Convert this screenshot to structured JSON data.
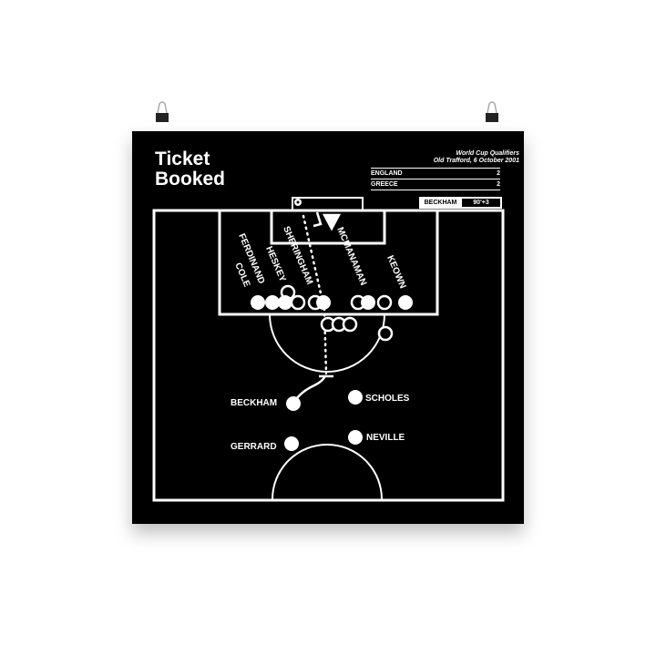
{
  "title": [
    "Ticket",
    "Booked"
  ],
  "match": {
    "competition": "World Cup Qualifiers",
    "venue_date": "Old Trafford, 6 October 2001"
  },
  "scores": [
    {
      "team": "ENGLAND",
      "goals": "2"
    },
    {
      "team": "GREECE",
      "goals": "2"
    }
  ],
  "goal": {
    "scorer": "BECKHAM",
    "minute": "90'+3"
  },
  "players": {
    "ferdinand": "FERDINAND",
    "cole": "COLE",
    "heskey": "HESKEY",
    "sheringham": "SHERINGHAM",
    "mcmanaman": "MCMANAMAN",
    "keown": "KEOWN",
    "beckham": "BECKHAM",
    "scholes": "SCHOLES",
    "gerrard": "GERRARD",
    "neville": "NEVILLE"
  },
  "colors": {
    "poster": "#000000",
    "lines": "#ffffff"
  },
  "icons": [
    "binder-clip-icon",
    "ball-icon"
  ]
}
